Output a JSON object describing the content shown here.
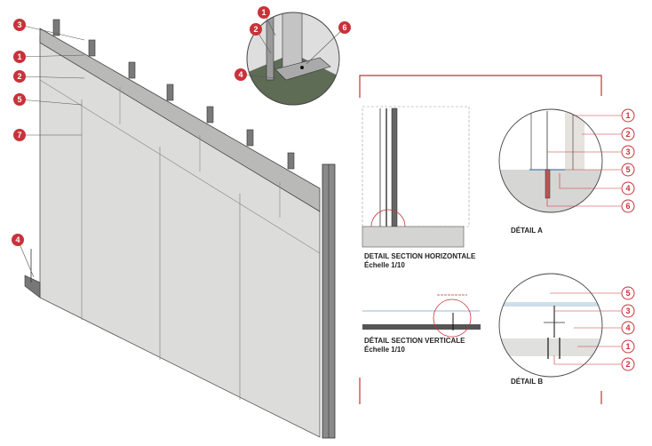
{
  "colors": {
    "accent": "#c8323a",
    "panel": "#dcdcda",
    "track": "#b9bab7",
    "stud": "#6b6b6b",
    "concrete": "#cfcfcd"
  },
  "isometric": {
    "callouts": [
      "3",
      "1",
      "2",
      "5",
      "7",
      "4"
    ],
    "inset_callouts": [
      "1",
      "2",
      "6",
      "4"
    ]
  },
  "section_horizontal": {
    "title": "DETAIL SECTION HORIZONTALE",
    "scale": "Échelle  1/10"
  },
  "section_vertical": {
    "title": "DÉTAIL SECTION VERTICALE",
    "scale": "Échelle 1/10"
  },
  "detail_a": {
    "title": "DÉTAIL A",
    "callouts": [
      "1",
      "2",
      "3",
      "5",
      "4",
      "6"
    ]
  },
  "detail_b": {
    "title": "DÉTAIL B",
    "callouts": [
      "5",
      "3",
      "4",
      "1",
      "2"
    ]
  }
}
